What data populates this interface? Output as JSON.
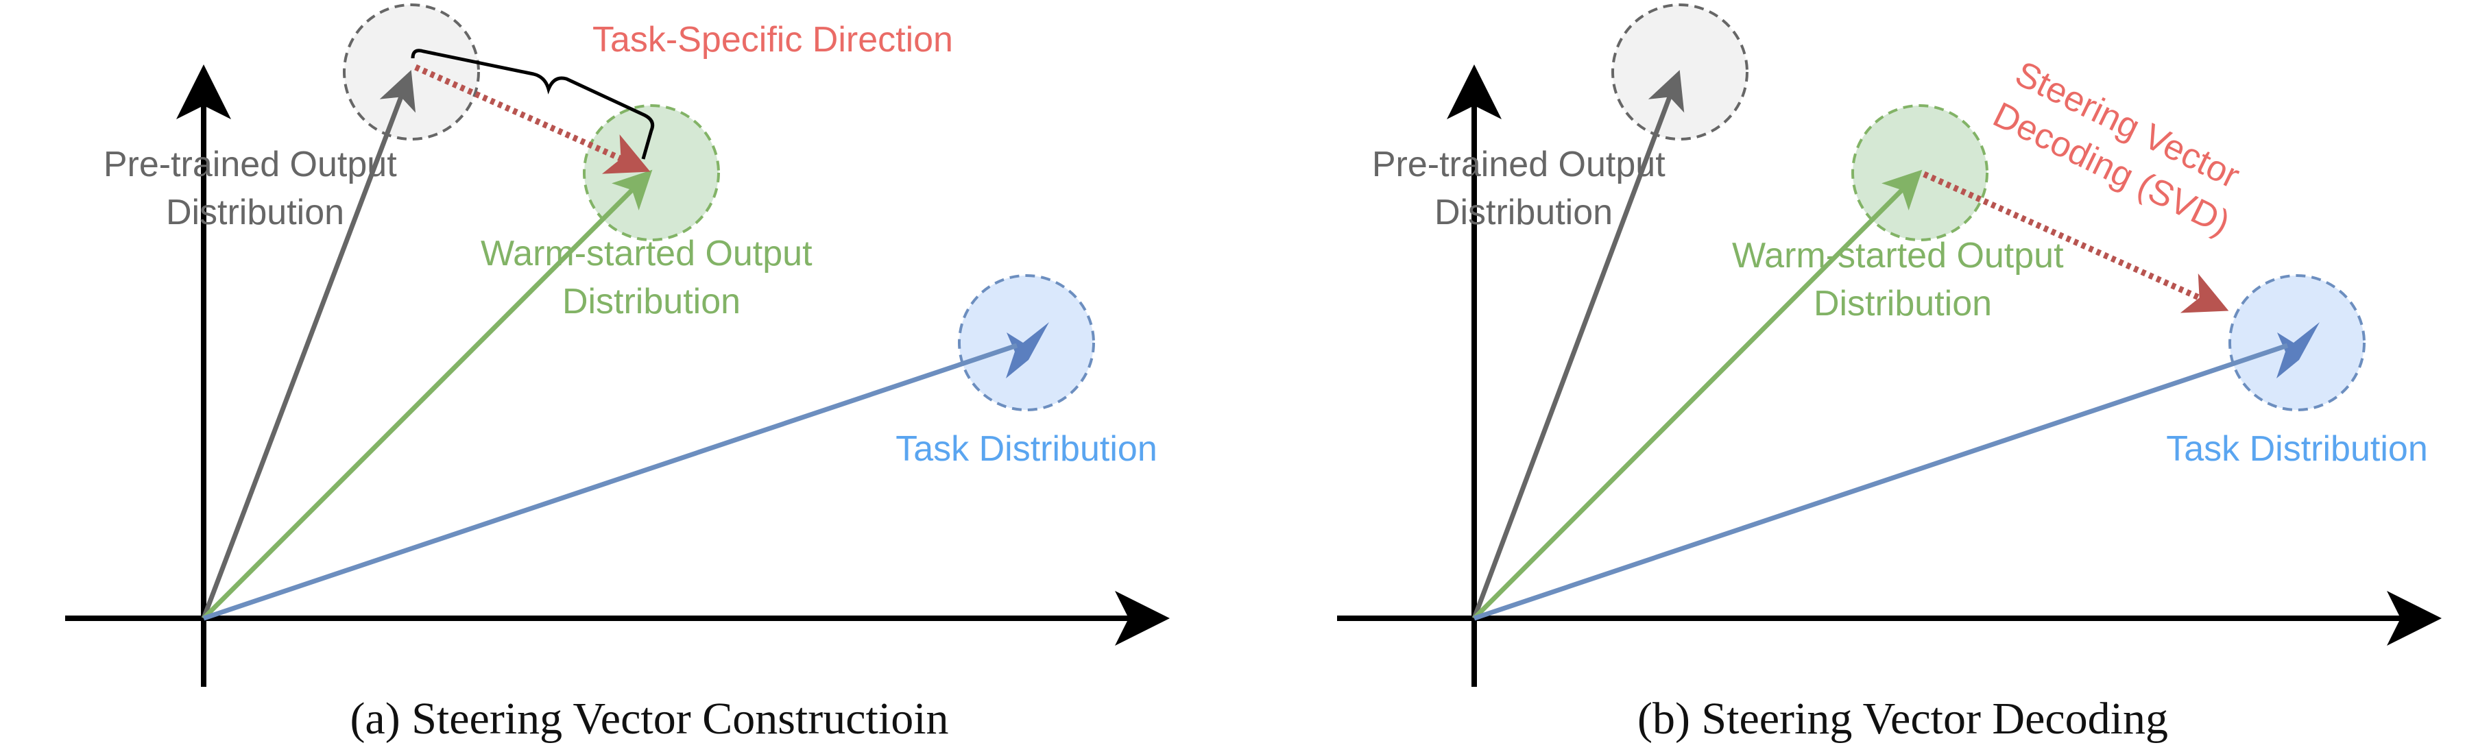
{
  "colors": {
    "axis": "#000000",
    "pretrained": "#666666",
    "pretrained_fill": "#f2f2f2",
    "warm": "#82b366",
    "warm_fill": "#d5e8d4",
    "task": "#6c8ebf",
    "task_fill": "#dae8fc",
    "task_label": "#5aa5f0",
    "steer": "#b85450",
    "steer_label": "#ea6b66"
  },
  "panel_a": {
    "caption": "(a) Steering Vector Constructioin",
    "pretrained_label": [
      "Pre-trained Output",
      "Distribution"
    ],
    "warm_label": [
      "Warm-started Output",
      "Distribution"
    ],
    "task_label": "Task Distribution",
    "direction_label": "Task-Specific Direction"
  },
  "panel_b": {
    "caption": "(b) Steering Vector Decoding",
    "pretrained_label": [
      "Pre-trained Output",
      "Distribution"
    ],
    "warm_label": [
      "Warm-started Output",
      "Distribution"
    ],
    "task_label": "Task Distribution",
    "svd_label": [
      "Steering Vector",
      "Decoding (SVD)"
    ]
  }
}
